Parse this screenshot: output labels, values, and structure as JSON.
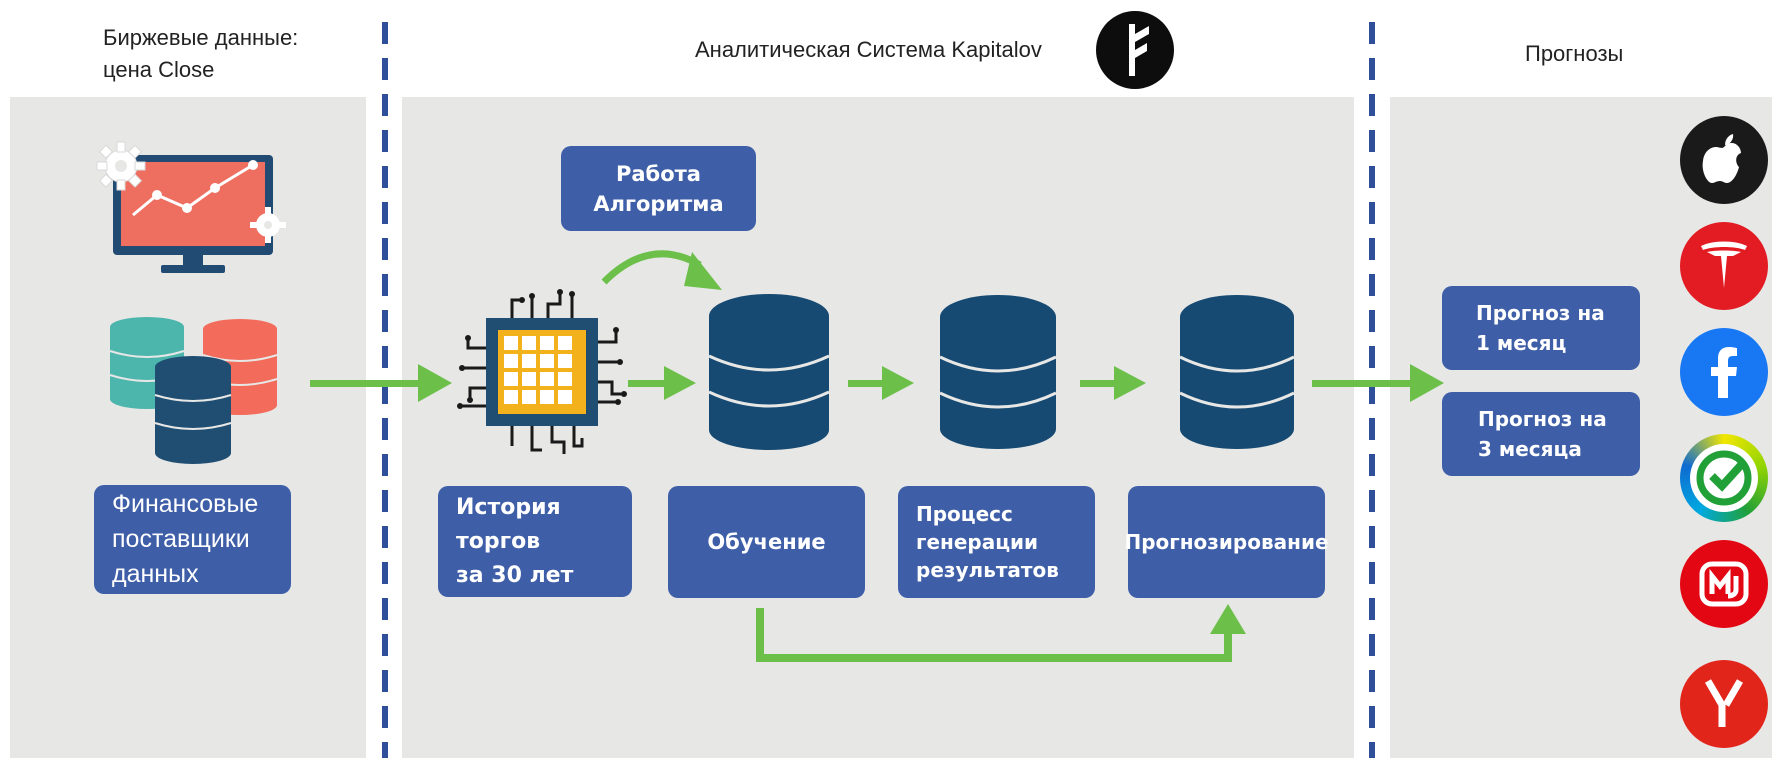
{
  "columns": {
    "source_title_line1": "Биржевые данные:",
    "source_title_line2": "цена Close",
    "system_title": "Аналитическая Система Kapitalov",
    "forecast_title": "Прогнозы"
  },
  "boxes": {
    "providers": [
      "Финансовые",
      "поставщики",
      "данных"
    ],
    "algorithm": [
      "Работа",
      "Алгоритма"
    ],
    "history": [
      "История торгов",
      "за 30 лет"
    ],
    "training": [
      "Обучение"
    ],
    "generation": [
      "Процесс",
      "генерации",
      "результатов"
    ],
    "forecasting": [
      "Прогнозирование"
    ],
    "forecast_1m": [
      "Прогноз на",
      "1 месяц"
    ],
    "forecast_3m": [
      "Прогноз на",
      "3 месяца"
    ]
  },
  "brands": [
    {
      "name": "apple",
      "color": "#1a1a1a"
    },
    {
      "name": "tesla",
      "color": "#e31b23"
    },
    {
      "name": "facebook",
      "color": "#1877f2"
    },
    {
      "name": "sber",
      "color": "#21a038"
    },
    {
      "name": "magnit",
      "color": "#e30613"
    },
    {
      "name": "yandex",
      "color": "#e1251b"
    }
  ],
  "colors": {
    "accent_blue": "#3e5ea8",
    "db_blue": "#164a72",
    "arrow_green": "#6cc04a",
    "panel_gray": "#e7e7e6"
  }
}
